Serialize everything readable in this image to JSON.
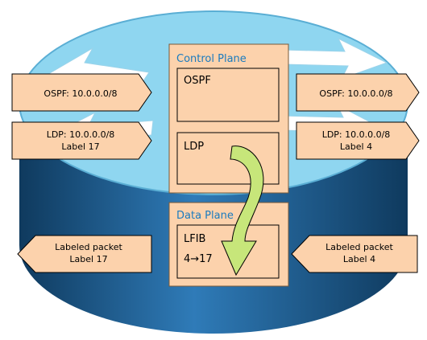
{
  "colors": {
    "router_top": "#8fd6f0",
    "router_side": "#1b5a8c",
    "router_side_light": "#2f7bb8",
    "router_side_dark": "#0f3a5e",
    "peach": "#fcd2ac",
    "plane_border": "#7a5a3a",
    "plane_title": "#1a7bbf",
    "flow_arrow": "#c7e67a",
    "router_arrows": "#ffffff"
  },
  "control_plane": {
    "title": "Control Plane",
    "ospf_box": "OSPF",
    "ldp_box": "LDP"
  },
  "data_plane": {
    "title": "Data Plane",
    "lfib_box_line1": "LFIB",
    "lfib_box_line2": "4→17"
  },
  "left_messages": [
    {
      "line1": "OSPF: 10.0.0.0/8",
      "line2": ""
    },
    {
      "line1": "LDP: 10.0.0.0/8",
      "line2": "Label 17"
    },
    {
      "line1": "Labeled packet",
      "line2": "Label 17"
    }
  ],
  "right_messages": [
    {
      "line1": "OSPF: 10.0.0.0/8",
      "line2": ""
    },
    {
      "line1": "LDP: 10.0.0.0/8",
      "line2": "Label 4"
    },
    {
      "line1": "Labeled packet",
      "line2": "Label 4"
    }
  ]
}
